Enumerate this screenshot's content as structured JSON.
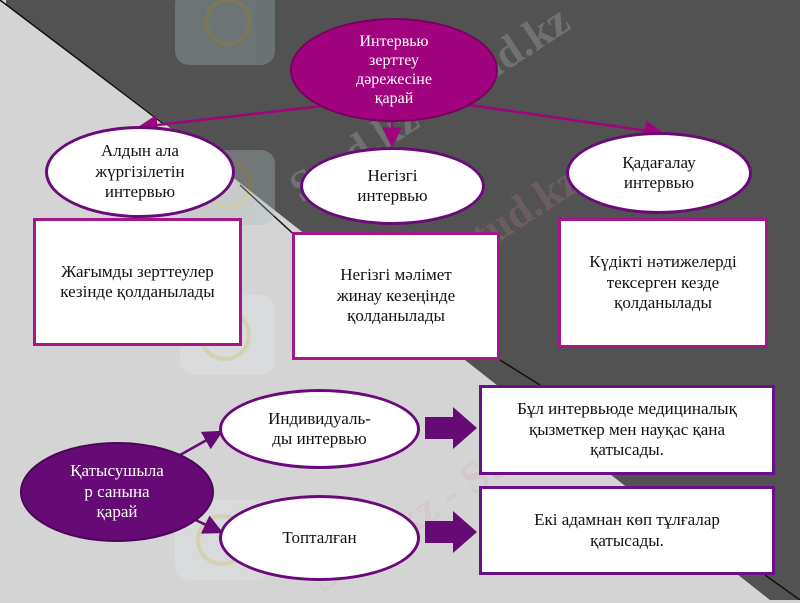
{
  "colors": {
    "dark_bg": "#525252",
    "light_bg": "#d4d4d4",
    "magenta": "#a1037f",
    "purple": "#660a75",
    "box_border_magenta": "#a3178a",
    "box_border_purple": "#6a0f8c"
  },
  "watermark": "Stud.kz - Stud.kz",
  "root": {
    "label": "Интервью\nзерттеу\nдәрежесіне\nқарай"
  },
  "branches": [
    {
      "label": "Алдын ала\nжүргізілетін\nинтервью",
      "description": "Жағымды зерттеулер\nкезінде қолданылады"
    },
    {
      "label": "Негізгі\nинтервью",
      "description": "Негізгі  мәлімет\nжинау кезеңінде\nқолданылады"
    },
    {
      "label": "Қадағалау\nинтервью",
      "description": "Күдікті нәтижелерді\nтексерген кезде\nқолданылады"
    }
  ],
  "participants": {
    "label": "Қатысушыла\nр санына\nқарай",
    "types": [
      {
        "label": "Индивидуаль-\nды интервью",
        "description": "Бұл интервьюде медициналық\nқызметкер  мен науқас қана\nқатысады."
      },
      {
        "label": "Топталған",
        "description": "Екі адамнан көп тұлғалар\nқатысады."
      }
    ]
  }
}
